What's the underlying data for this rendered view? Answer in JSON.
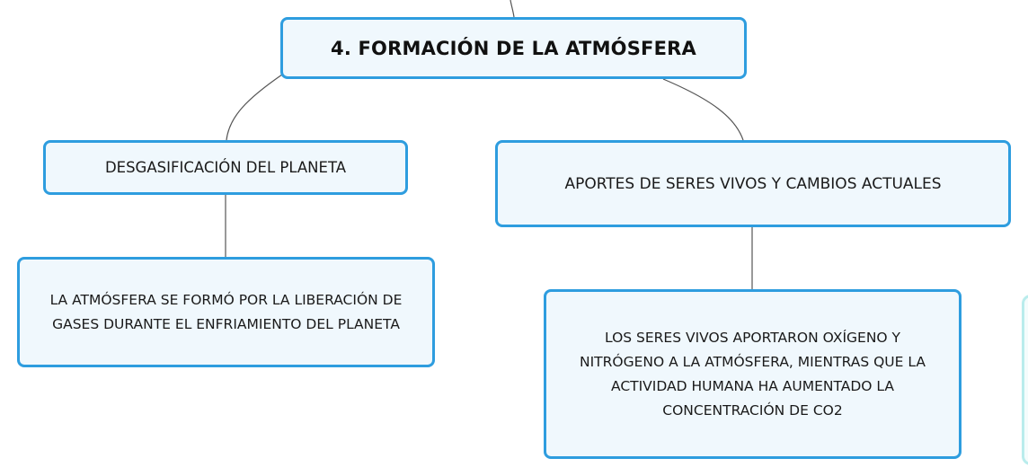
{
  "diagram": {
    "root": {
      "label": "4. FORMACIÓN DE LA ATMÓSFERA"
    },
    "branches": [
      {
        "label": "DESGASIFICACIÓN DEL PLANETA",
        "children": [
          {
            "label": "LA ATMÓSFERA SE FORMÓ POR LA LIBERACIÓN DE GASES DURANTE EL ENFRIAMIENTO DEL PLANETA"
          }
        ]
      },
      {
        "label": "APORTES DE SERES VIVOS Y CAMBIOS ACTUALES",
        "children": [
          {
            "label": "LOS SERES VIVOS APORTARON OXÍGENO Y NITRÓGENO A LA ATMÓSFERA, MIENTRAS QUE LA ACTIVIDAD HUMANA HA AUMENTADO LA CONCENTRACIÓN DE CO2"
          }
        ]
      }
    ]
  },
  "colors": {
    "node_border": "#2e9ddf",
    "node_fill": "#f0f8fd",
    "connector": "#555555",
    "offscreen_node_border": "#b9ecec"
  }
}
